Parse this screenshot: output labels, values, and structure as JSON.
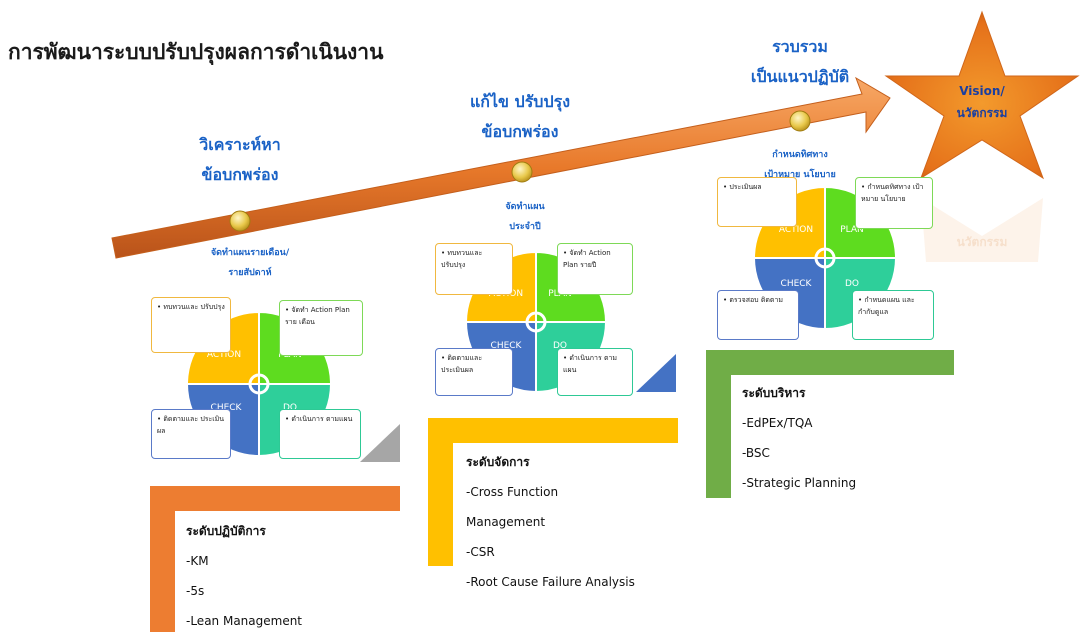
{
  "title": "การพัฒนาระบบปรับปรุงผลการดำเนินงาน",
  "stages": [
    {
      "line1": "วิเคราะห์หา",
      "line2": "ข้อบกพร่อง"
    },
    {
      "line1": "แก้ไข ปรับปรุง",
      "line2": "ข้อบกพร่อง"
    },
    {
      "line1": "รวบรวม",
      "line2": "เป็นแนวปฏิบัติ"
    }
  ],
  "star": {
    "line1": "Vision/",
    "line2": "นวัตกรรม",
    "reflection": "นวัตกรรม"
  },
  "colors": {
    "arrow": "#e8792a",
    "star": "#f7941d",
    "stage_text": "#1a62c6",
    "action": "#ffc000",
    "plan": "#5edc1f",
    "check": "#4472c4",
    "do": "#2ecf9a",
    "orange_block": "#ed7d31",
    "yellow_block": "#ffc000",
    "green_block": "#70ad47"
  },
  "wheel_labels": {
    "action": "ACTION",
    "plan": "PLAN",
    "check": "CHECK",
    "do": "DO"
  },
  "cycles": [
    {
      "heading1": "จัดทำแผนรายเดือน/",
      "heading2": "รายสัปดาห์",
      "action": "• ทบทวนและ ปรับปรุง",
      "plan": "• จัดทำ Action Plan ราย เดือน",
      "check": "• ติดตามและ ประเมินผล",
      "do": "• ดำเนินการ ตามแผน"
    },
    {
      "heading1": "จัดทำแผน",
      "heading2": "ประจำปี",
      "action": "• ทบทวนและ ปรับปรุง",
      "plan": "• จัดทำ Action Plan รายปี",
      "check": "• ติดตามและ ประเมินผล",
      "do": "• ดำเนินการ ตามแผน"
    },
    {
      "heading1": "กำหนดทิศทาง",
      "heading2": "เป้าหมาย นโยบาย",
      "action": "• ประเมินผล",
      "plan": "• กำหนดทิศทาง เป้าหมาย นโยบาย",
      "check": "• ตรวจสอบ ติดตาม",
      "do": "• กำหนดแผน และกำกับดูแล"
    }
  ],
  "levels": [
    {
      "title": "ระดับปฏิบัติการ",
      "items": [
        "-KM",
        "-5s",
        "-Lean Management"
      ]
    },
    {
      "title": "ระดับจัดการ",
      "items": [
        "-Cross Function",
        "Management",
        "-CSR",
        "-Root Cause Failure Analysis"
      ]
    },
    {
      "title": "ระดับบริหาร",
      "items": [
        "-EdPEx/TQA",
        "-BSC",
        "-Strategic Planning"
      ]
    }
  ]
}
